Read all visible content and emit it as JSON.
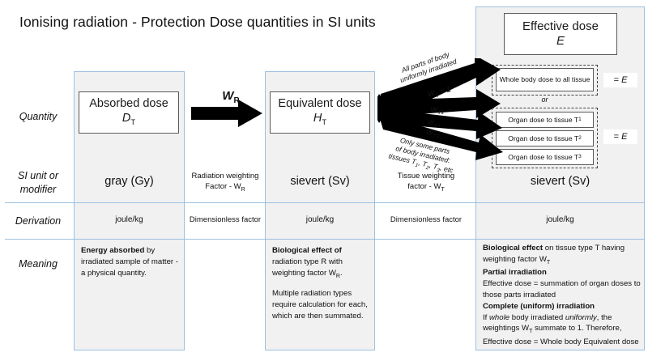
{
  "title": "Ionising radiation - Protection Dose quantities in SI units",
  "row_labels": {
    "quantity": "Quantity",
    "si_unit": "SI unit or modifier",
    "derivation": "Derivation",
    "meaning": "Meaning"
  },
  "columns": {
    "absorbed": {
      "quantity_name": "Absorbed dose",
      "quantity_symbol": "D",
      "quantity_subscript": "T",
      "si_unit": "gray (Gy)",
      "derivation": "joule/kg",
      "meaning_bold_1": "Energy absorbed",
      "meaning_rest_1": " by irradiated sample of matter - a physical quantity."
    },
    "equivalent": {
      "quantity_name": "Equivalent dose",
      "quantity_symbol": "H",
      "quantity_subscript": "T",
      "si_unit": "sievert (Sv)",
      "derivation": "joule/kg",
      "meaning_bold_1": "Biological effect of",
      "meaning_rest_1": " radiation type R with weighting factor W",
      "meaning_sub_1": "R",
      "meaning_rest_1b": ".",
      "meaning_para_2": "Multiple radiation types require calculation for each, which are then summated."
    },
    "effective": {
      "quantity_name": "Effective dose",
      "quantity_symbol": "E",
      "si_unit": "sievert (Sv)",
      "derivation": "joule/kg",
      "whole_body_box": "Whole body dose to all tissue",
      "or_label": "or",
      "organ_boxes": [
        {
          "text": "Organ dose to tissue T",
          "sub": "1"
        },
        {
          "text": "Organ dose to tissue T",
          "sub": "2"
        },
        {
          "text": "Organ dose to tissue T",
          "sub": "3"
        }
      ],
      "equals_effective_1": "= E",
      "equals_effective_2": "= E",
      "meaning": {
        "b1": "Biological effect",
        "t1": " on tissue type T having weighting factor W",
        "s1": "T",
        "b2": "Partial irradiation",
        "t2": "Effective dose = summation of organ doses to those parts irradiated",
        "b3": "Complete (uniform) irradiation",
        "t3a": "If ",
        "t3i1": "whole",
        "t3b": " body irradiated ",
        "t3i2": "uniformly",
        "t3c": ", the weightings W",
        "t3s": "T",
        "t3d": " summate to 1. Therefore, Effective dose  = Whole body Equivalent dose"
      }
    }
  },
  "modifiers": {
    "radiation_weighting": {
      "line1": "Radiation weighting",
      "line2": "Factor - W",
      "sub": "R",
      "derivation": "Dimensionless factor"
    },
    "tissue_weighting": {
      "line1": "Tissue weighting",
      "line2": "factor - W",
      "sub": "T",
      "derivation": "Dimensionless factor"
    }
  },
  "arrows": {
    "wr_label": "W",
    "wr_sub": "R",
    "all_parts_line1": "All parts of body",
    "all_parts_line2": "uniformly irradiated",
    "wt_equals_one": "W",
    "wt_equals_one_sub": "T",
    "wt_equals_one_rest": " = 1",
    "wt1": "W",
    "wt1_sub": "T1",
    "wt2": "W",
    "wt2_sub": "T2",
    "wt3": "W",
    "wt3_sub": "T3",
    "only_some_line1": "Only some parts",
    "only_some_line2": "of body irradiated:",
    "only_some_line3": "tissues T",
    "only_some_sub1": "1",
    "only_some_mid1": ", T",
    "only_some_sub2": "2",
    "only_some_mid2": ", T",
    "only_some_sub3": "3",
    "only_some_end": ", etc"
  },
  "colors": {
    "band_fill": "#f1f1f1",
    "band_border": "#9cc0e0",
    "row_line": "#9cc0e0",
    "box_border": "#5a5a5a",
    "arrow_fill": "#000000",
    "text": "#111111"
  }
}
